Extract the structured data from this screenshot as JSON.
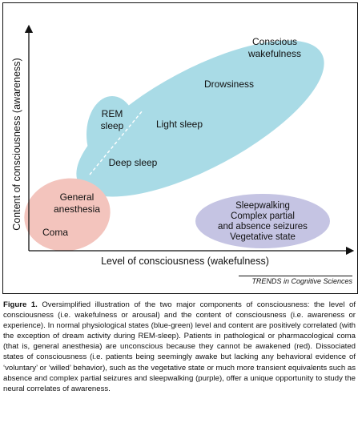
{
  "diagram": {
    "y_axis_label": "Content of consciousness (awareness)",
    "x_axis_label": "Level of consciousness (wakefulness)",
    "regions": {
      "coma": "Coma",
      "general_anesthesia_line1": "General",
      "general_anesthesia_line2": "anesthesia",
      "deep_sleep": "Deep sleep",
      "rem_sleep_line1": "REM",
      "rem_sleep_line2": "sleep",
      "light_sleep": "Light sleep",
      "drowsiness": "Drowsiness",
      "conscious_wakefulness_line1": "Conscious",
      "conscious_wakefulness_line2": "wakefulness",
      "dissociated_line1": "Sleepwalking",
      "dissociated_line2": "Complex partial",
      "dissociated_line3": "and absence seizures",
      "dissociated_line4": "Vegetative state"
    },
    "colors": {
      "blue_green": "#a9dbe6",
      "red": "#f3c4bd",
      "purple": "#c5c4e3"
    },
    "credit": "TRENDS in Cognitive Sciences"
  },
  "caption": {
    "label": "Figure 1.",
    "text": "Oversimplified illustration of the two major components of consciousness: the level of consciousness (i.e. wakefulness or arousal) and the content of consciousness (i.e. awareness or experience). In normal physiological states (blue-green) level and content are positively correlated (with the exception of dream activity during REM-sleep). Patients in pathological or pharmacological coma (that is, general anesthesia) are unconscious because they cannot be awakened (red). Dissociated states of consciousness (i.e. patients being seemingly awake but lacking any behavioral evidence of ‘voluntary’ or ‘willed’ behavior), such as the vegetative state or much more transient equivalents such as absence and complex partial seizures and sleepwalking (purple), offer a unique opportunity to study the neural correlates of awareness."
  }
}
